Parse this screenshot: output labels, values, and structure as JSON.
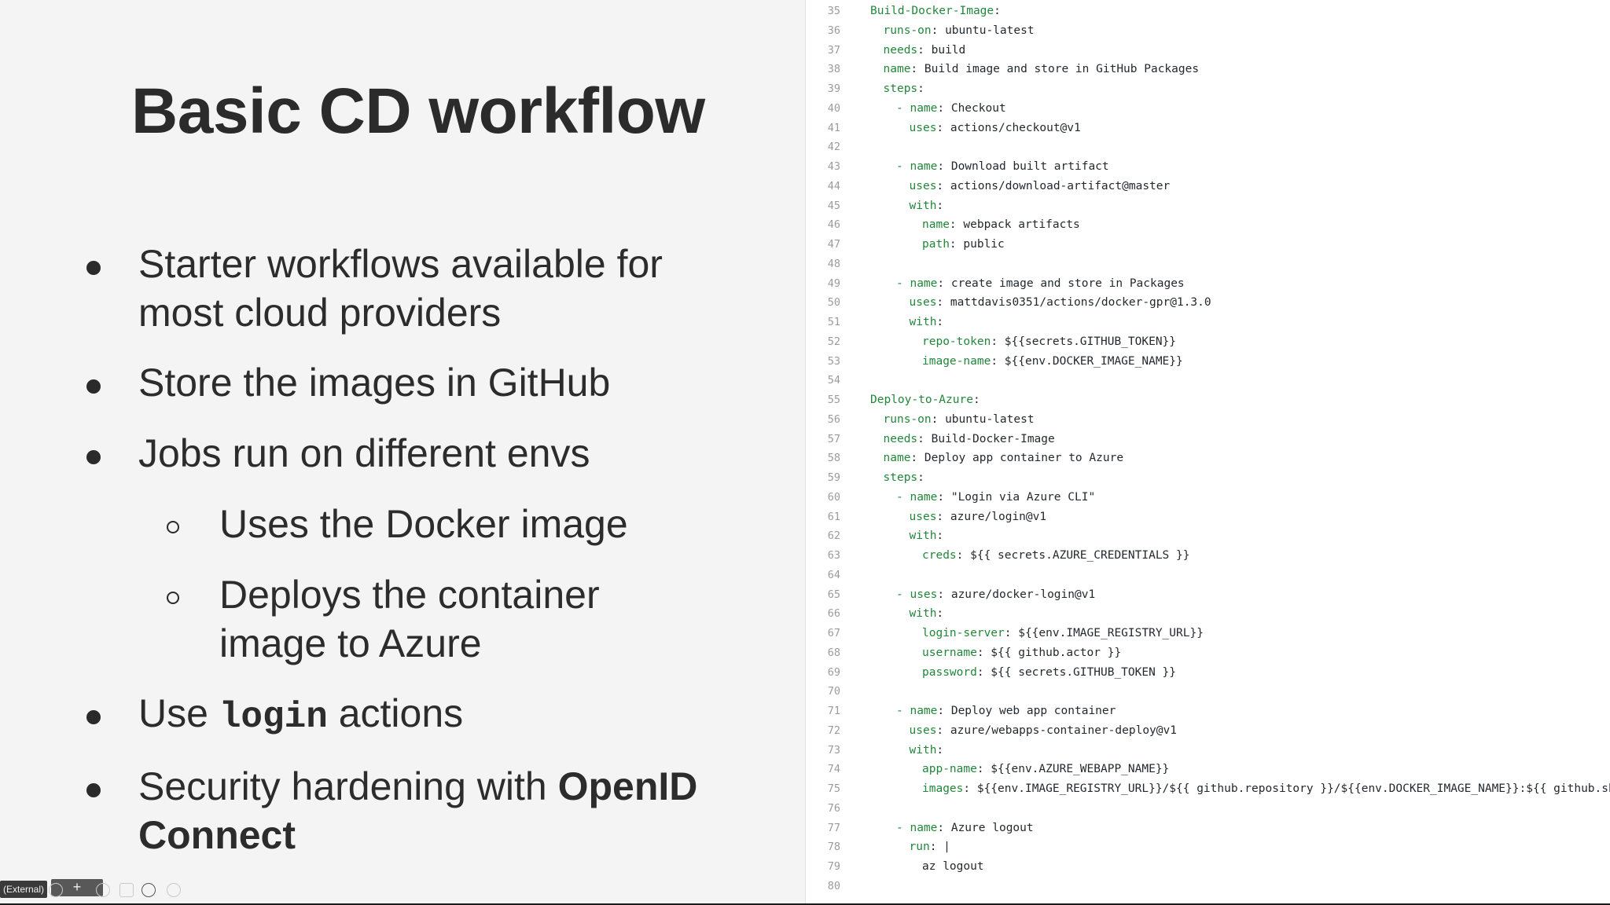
{
  "slide": {
    "title": "Basic CD workflow",
    "bullets": [
      {
        "level": 1,
        "lines": [
          "Starter workflows available for",
          "most cloud providers"
        ]
      },
      {
        "level": 1,
        "lines": [
          "Store the images in GitHub"
        ]
      },
      {
        "level": 1,
        "lines": [
          "Jobs run on different envs"
        ]
      },
      {
        "level": 2,
        "lines": [
          "Uses the Docker image"
        ]
      },
      {
        "level": 2,
        "lines": [
          "Deploys the container",
          "image to Azure"
        ]
      },
      {
        "level": 1,
        "prefix": "Use ",
        "code": "login",
        "suffix": " actions"
      },
      {
        "level": 1,
        "prefix": "Security hardening with ",
        "bold_part1": "OpenID",
        "bold_part2": "Connect"
      }
    ]
  },
  "bottom_bar": {
    "tag_label": "(External)",
    "plus_label": "+"
  },
  "code": {
    "lines": [
      {
        "n": "35",
        "indent": 0,
        "key": "Build-Docker-Image",
        "value": ":"
      },
      {
        "n": "36",
        "indent": 1,
        "key": "runs-on",
        "value": ": ubuntu-latest"
      },
      {
        "n": "37",
        "indent": 1,
        "key": "needs",
        "value": ": build"
      },
      {
        "n": "38",
        "indent": 1,
        "key": "name",
        "value": ": Build image and store in GitHub Packages"
      },
      {
        "n": "39",
        "indent": 1,
        "key": "steps",
        "value": ":"
      },
      {
        "n": "40",
        "indent": 2,
        "dash": true,
        "key": "name",
        "value": ": Checkout"
      },
      {
        "n": "41",
        "indent": 3,
        "key": "uses",
        "value": ": actions/checkout@v1"
      },
      {
        "n": "42",
        "indent": 0,
        "key": "",
        "value": ""
      },
      {
        "n": "43",
        "indent": 2,
        "dash": true,
        "key": "name",
        "value": ": Download built artifact"
      },
      {
        "n": "44",
        "indent": 3,
        "key": "uses",
        "value": ": actions/download-artifact@master"
      },
      {
        "n": "45",
        "indent": 3,
        "key": "with",
        "value": ":"
      },
      {
        "n": "46",
        "indent": 4,
        "key": "name",
        "value": ": webpack artifacts"
      },
      {
        "n": "47",
        "indent": 4,
        "key": "path",
        "value": ": public"
      },
      {
        "n": "48",
        "indent": 0,
        "key": "",
        "value": ""
      },
      {
        "n": "49",
        "indent": 2,
        "dash": true,
        "key": "name",
        "value": ": create image and store in Packages"
      },
      {
        "n": "50",
        "indent": 3,
        "key": "uses",
        "value": ": mattdavis0351/actions/docker-gpr@1.3.0"
      },
      {
        "n": "51",
        "indent": 3,
        "key": "with",
        "value": ":"
      },
      {
        "n": "52",
        "indent": 4,
        "key": "repo-token",
        "value": ": ${{secrets.GITHUB_TOKEN}}"
      },
      {
        "n": "53",
        "indent": 4,
        "key": "image-name",
        "value": ": ${{env.DOCKER_IMAGE_NAME}}"
      },
      {
        "n": "54",
        "indent": 0,
        "key": "",
        "value": ""
      },
      {
        "n": "55",
        "indent": 0,
        "key": "Deploy-to-Azure",
        "value": ":"
      },
      {
        "n": "56",
        "indent": 1,
        "key": "runs-on",
        "value": ": ubuntu-latest"
      },
      {
        "n": "57",
        "indent": 1,
        "key": "needs",
        "value": ": Build-Docker-Image"
      },
      {
        "n": "58",
        "indent": 1,
        "key": "name",
        "value": ": Deploy app container to Azure"
      },
      {
        "n": "59",
        "indent": 1,
        "key": "steps",
        "value": ":"
      },
      {
        "n": "60",
        "indent": 2,
        "dash": true,
        "key": "name",
        "value": ": \"Login via Azure CLI\""
      },
      {
        "n": "61",
        "indent": 3,
        "key": "uses",
        "value": ": azure/login@v1"
      },
      {
        "n": "62",
        "indent": 3,
        "key": "with",
        "value": ":"
      },
      {
        "n": "63",
        "indent": 4,
        "key": "creds",
        "value": ": ${{ secrets.AZURE_CREDENTIALS }}"
      },
      {
        "n": "64",
        "indent": 0,
        "key": "",
        "value": ""
      },
      {
        "n": "65",
        "indent": 2,
        "dash": true,
        "key": "uses",
        "value": ": azure/docker-login@v1"
      },
      {
        "n": "66",
        "indent": 3,
        "key": "with",
        "value": ":"
      },
      {
        "n": "67",
        "indent": 4,
        "key": "login-server",
        "value": ": ${{env.IMAGE_REGISTRY_URL}}"
      },
      {
        "n": "68",
        "indent": 4,
        "key": "username",
        "value": ": ${{ github.actor }}"
      },
      {
        "n": "69",
        "indent": 4,
        "key": "password",
        "value": ": ${{ secrets.GITHUB_TOKEN }}"
      },
      {
        "n": "70",
        "indent": 0,
        "key": "",
        "value": ""
      },
      {
        "n": "71",
        "indent": 2,
        "dash": true,
        "key": "name",
        "value": ": Deploy web app container"
      },
      {
        "n": "72",
        "indent": 3,
        "key": "uses",
        "value": ": azure/webapps-container-deploy@v1"
      },
      {
        "n": "73",
        "indent": 3,
        "key": "with",
        "value": ":"
      },
      {
        "n": "74",
        "indent": 4,
        "key": "app-name",
        "value": ": ${{env.AZURE_WEBAPP_NAME}}"
      },
      {
        "n": "75",
        "indent": 4,
        "key": "images",
        "value": ": ${{env.IMAGE_REGISTRY_URL}}/${{ github.repository }}/${{env.DOCKER_IMAGE_NAME}}:${{ github.sha }}"
      },
      {
        "n": "76",
        "indent": 0,
        "key": "",
        "value": ""
      },
      {
        "n": "77",
        "indent": 2,
        "dash": true,
        "key": "name",
        "value": ": Azure logout"
      },
      {
        "n": "78",
        "indent": 3,
        "key": "run",
        "value": ": |"
      },
      {
        "n": "79",
        "indent": 4,
        "key": "",
        "value": "az logout"
      },
      {
        "n": "80",
        "indent": 0,
        "key": "",
        "value": ""
      }
    ]
  },
  "colors": {
    "yaml_key": "#22863a",
    "yaml_text": "#24292e",
    "line_number": "#9b9b9b",
    "slide_bg": "#f4f4f4",
    "code_bg": "#ffffff"
  }
}
